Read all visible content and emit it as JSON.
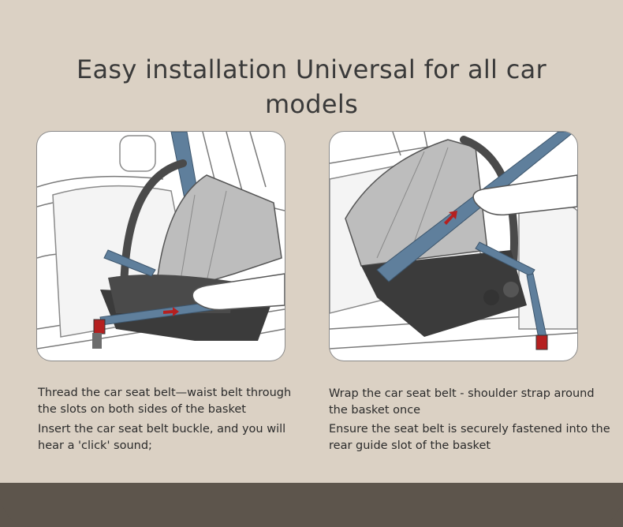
{
  "title": "Easy installation Universal for all car models",
  "steps": [
    {
      "caption_1": "Thread the car seat belt—waist belt through the slots on both sides of the basket",
      "caption_2": "Insert the car seat belt buckle, and you will hear a 'click' sound;"
    },
    {
      "caption_1": "Wrap the car seat belt - shoulder strap around the basket once",
      "caption_2": "Ensure the seat belt is securely fastened into the rear guide slot of the basket"
    }
  ],
  "colors": {
    "background": "#dbd1c4",
    "footer_band": "#5d554c",
    "belt": "#5f7f9c",
    "arrow": "#b52020",
    "basket": "#b9b9b9",
    "base": "#3b3b3b"
  }
}
